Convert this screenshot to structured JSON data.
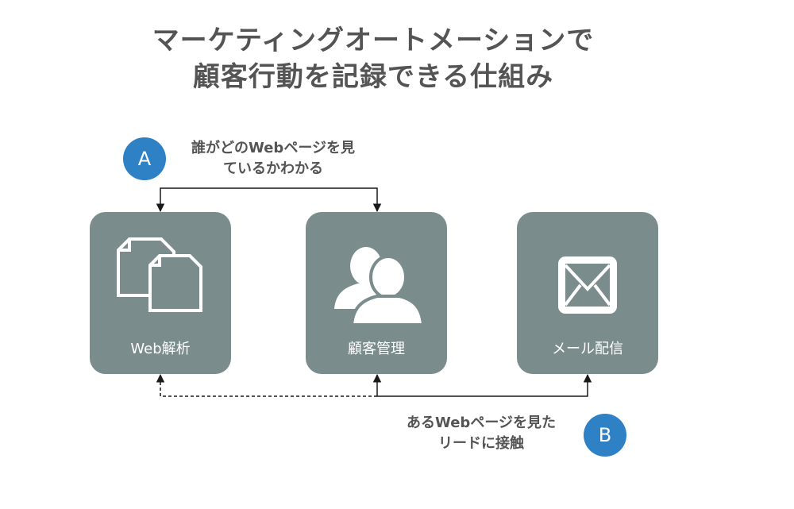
{
  "title": {
    "line1": "マーケティングオートメーションで",
    "line2": "顧客行動を記録できる仕組み"
  },
  "boxes": [
    {
      "label": "Web解析",
      "icon": "documents-icon"
    },
    {
      "label": "顧客管理",
      "icon": "users-icon"
    },
    {
      "label": "メール配信",
      "icon": "envelope-icon"
    }
  ],
  "annotations": {
    "a": {
      "badge": "A",
      "line1": "誰がどのWebページを見",
      "line2": "ているかわかる"
    },
    "b": {
      "badge": "B",
      "line1": "あるWebページを見た",
      "line2": "リードに接触"
    }
  },
  "colors": {
    "box": "#7b8c8c",
    "badge": "#2f81c6",
    "text": "#545454",
    "line": "#1a1a1a"
  }
}
